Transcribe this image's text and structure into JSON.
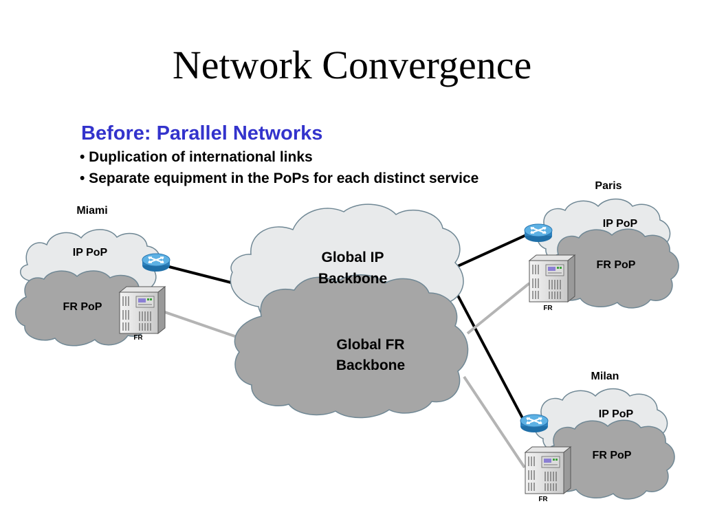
{
  "title": "Network Convergence",
  "subtitle": "Before: Parallel Networks",
  "bullets": [
    "• Duplication of international links",
    "• Separate equipment in the PoPs for each distinct service"
  ],
  "cities": {
    "miami": "Miami",
    "paris": "Paris",
    "milan": "Milan"
  },
  "pops": {
    "ip": "IP PoP",
    "fr": "FR PoP"
  },
  "backbones": {
    "ip_line1": "Global IP",
    "ip_line2": "Backbone",
    "fr_line1": "Global FR",
    "fr_line2": "Backbone"
  },
  "device_label": "FR",
  "colors": {
    "ip_cloud": "#e8eaeb",
    "fr_cloud": "#a6a6a6",
    "ip_link": "#000000",
    "fr_link": "#b4b4b4",
    "router": "#3a8fc7",
    "subtitle": "#3333cc"
  },
  "icons": [
    "router-icon",
    "fr-switch-icon"
  ]
}
